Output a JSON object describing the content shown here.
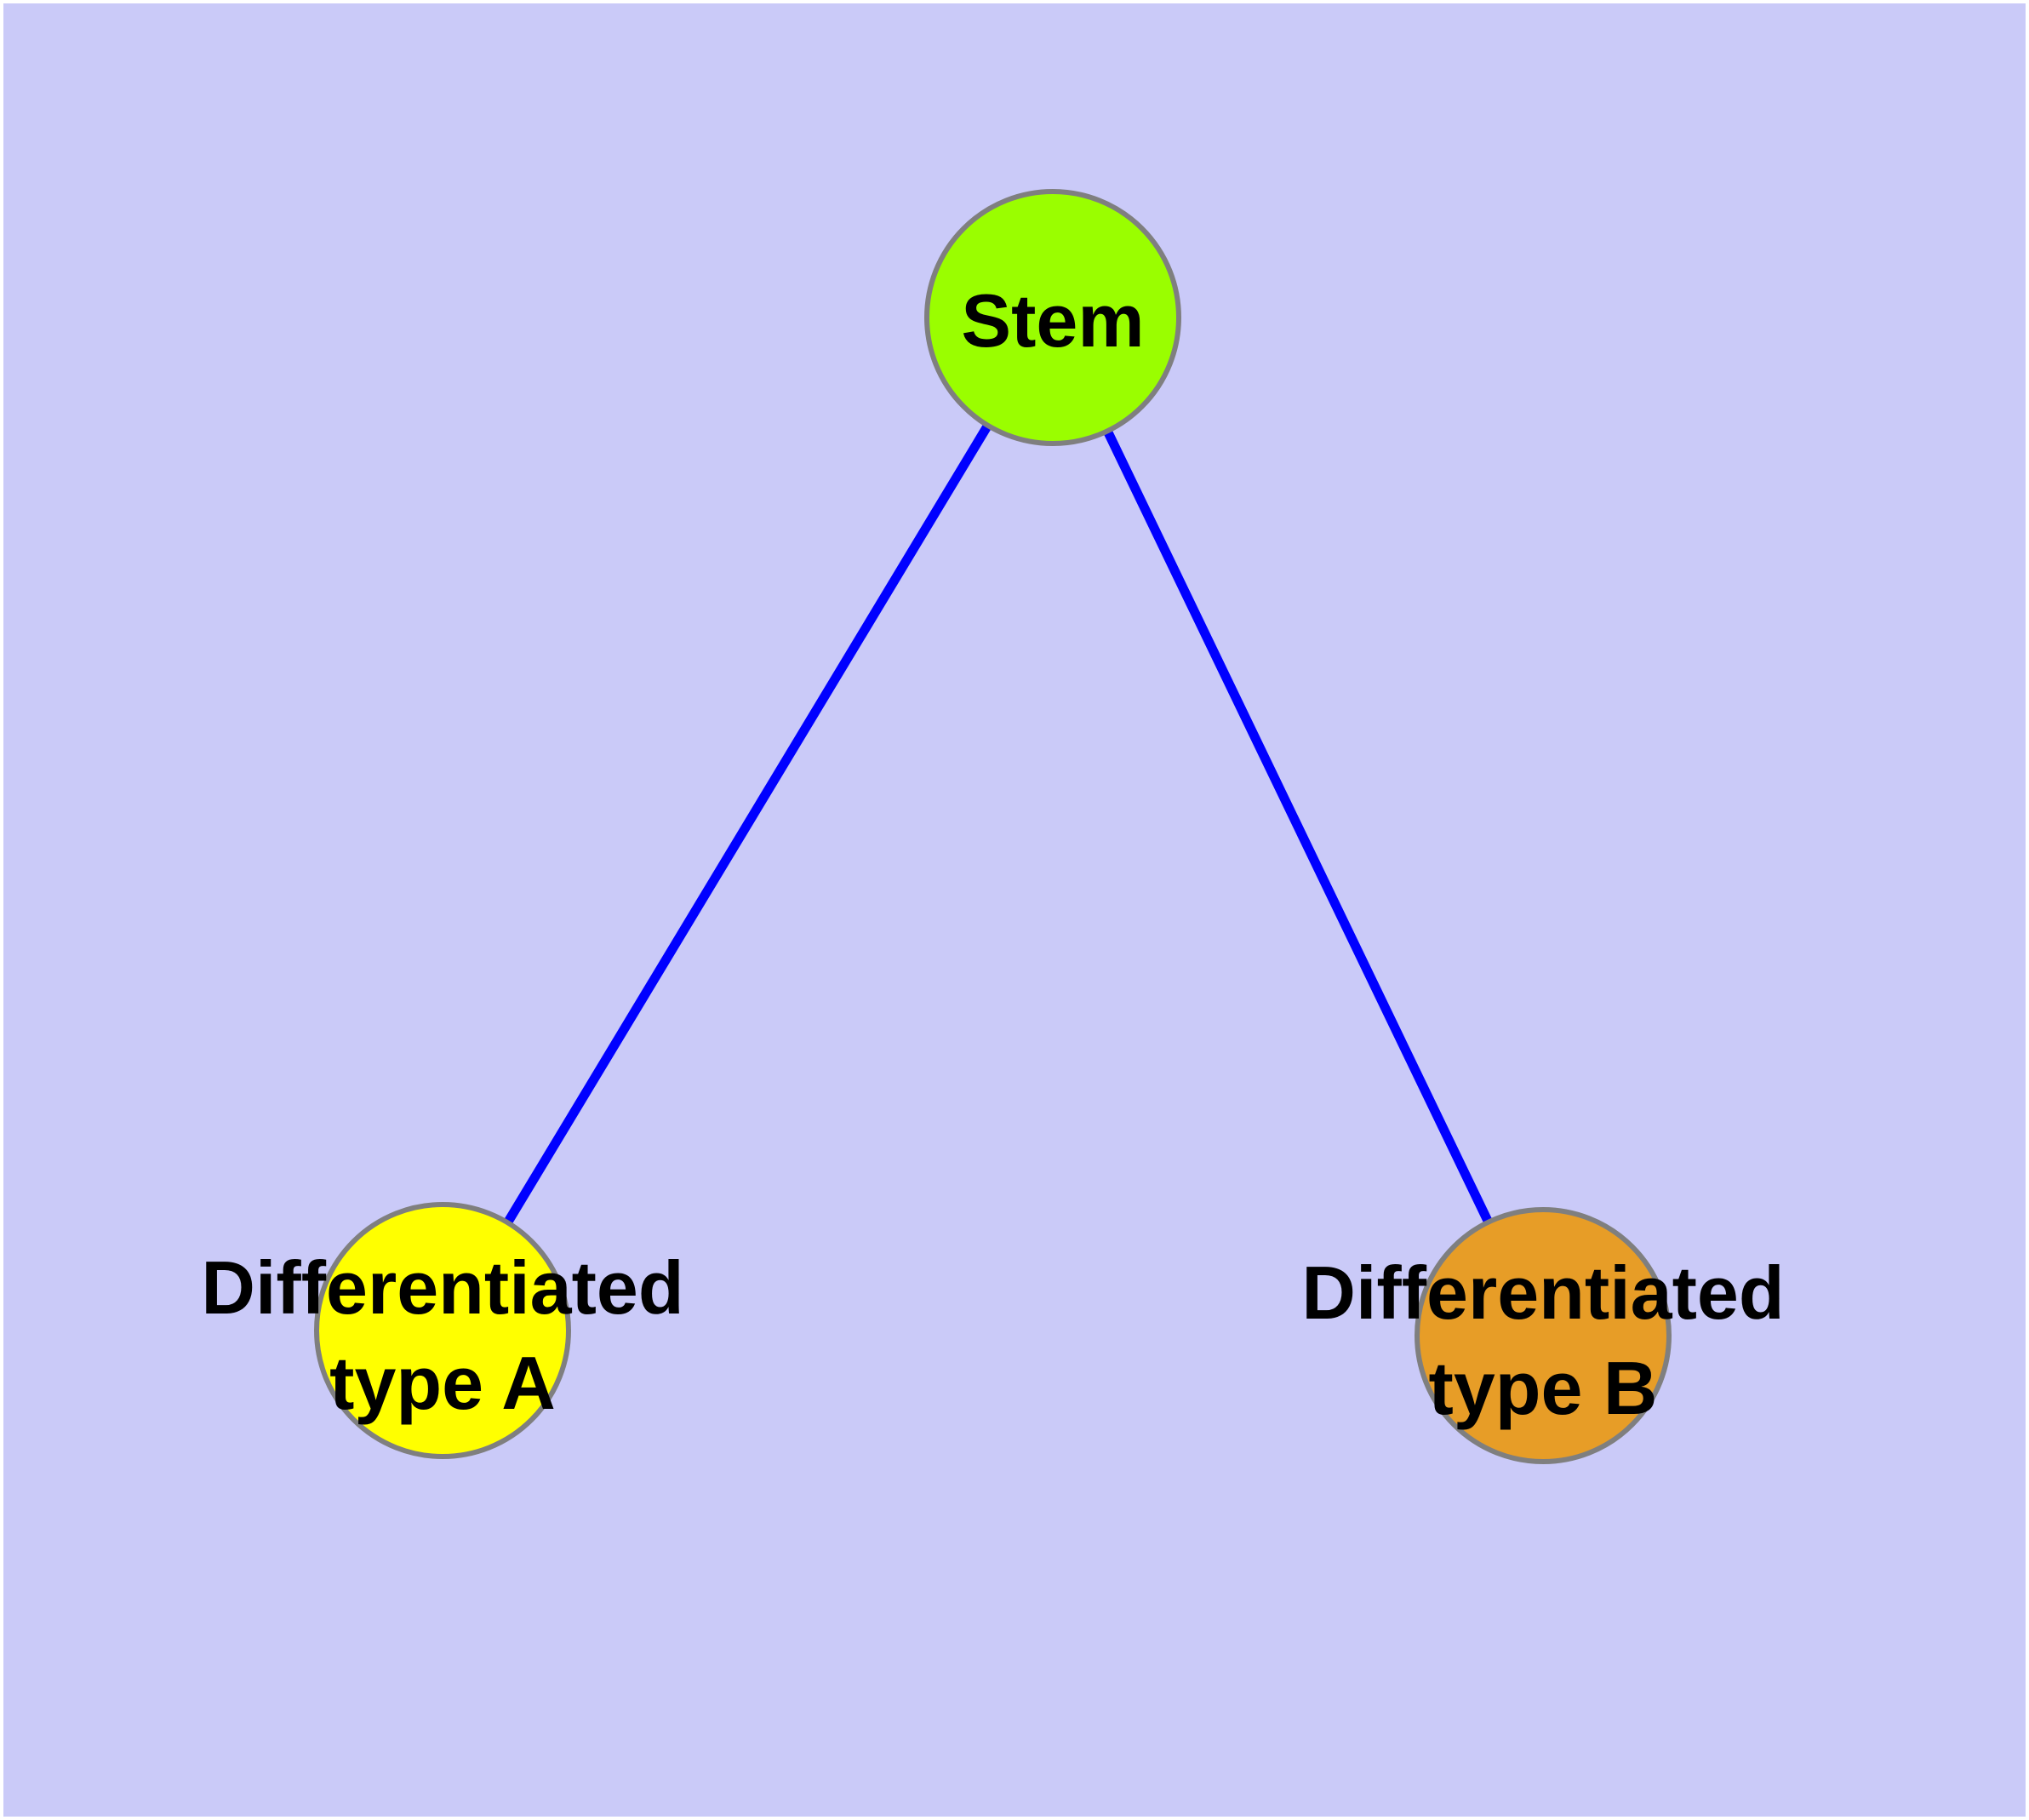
{
  "diagram": {
    "background_color": "#cacaf8",
    "figure_margin_color": "#ffffff",
    "text_color": "#000000",
    "node_border_color": "#7f7f7f",
    "edge_color": "#0000ff",
    "nodes": {
      "stem": {
        "label": "Stem",
        "color": "#9afe00"
      },
      "type_a": {
        "label_line1": "Differentiated",
        "label_line2": "type A",
        "color": "#ffff00"
      },
      "type_b": {
        "label_line1": "Differentiated",
        "label_line2": "type B",
        "color": "#e79d27"
      }
    },
    "edges": [
      {
        "from": "Stem",
        "to": "Differentiated type A"
      },
      {
        "from": "Stem",
        "to": "Differentiated type B"
      }
    ]
  }
}
